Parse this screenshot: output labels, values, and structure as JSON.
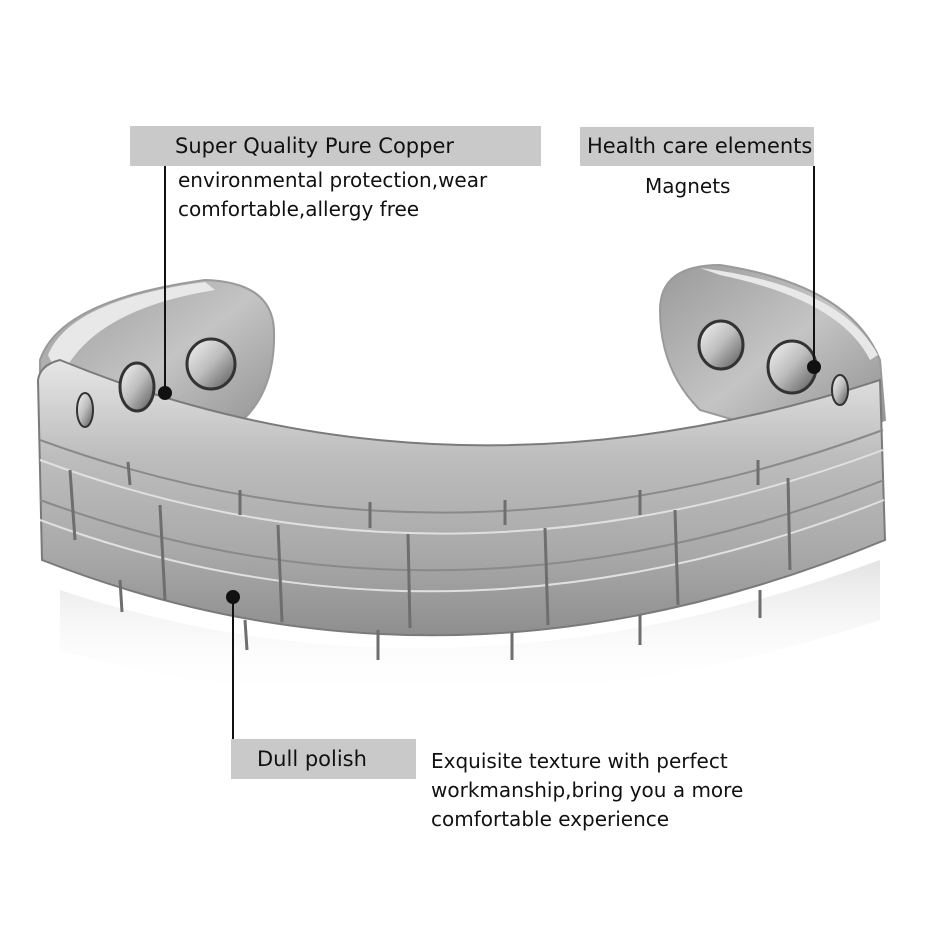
{
  "callouts": {
    "copper": {
      "title": "Super Quality Pure Copper",
      "lines": [
        "environmental protection,wear",
        "comfortable,allergy free"
      ]
    },
    "health": {
      "title": "Health care elements",
      "lines": [
        "Magnets"
      ]
    },
    "polish": {
      "title": "Dull polish",
      "lines": [
        "Exquisite texture with perfect",
        "workmanship,bring you a more",
        "comfortable experience"
      ]
    }
  },
  "colors": {
    "label_background": "#c9c9c9",
    "metal_light": "#d6d6d6",
    "metal_mid": "#b4b4b4",
    "metal_dark": "#7d7d7d"
  }
}
